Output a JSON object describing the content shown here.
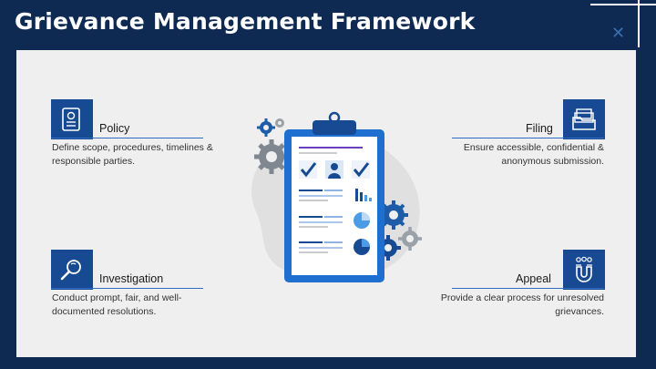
{
  "title": "Grievance Management Framework",
  "colors": {
    "background": "#0e2a52",
    "panel": "#efefef",
    "accent": "#174a93",
    "light_accent": "#4b9be6"
  },
  "items": [
    {
      "id": "policy",
      "title": "Policy",
      "description": "Define scope, procedures, timelines & responsible parties.",
      "icon": "policy-document-icon"
    },
    {
      "id": "filing",
      "title": "Filing",
      "description": "Ensure accessible, confidential & anonymous submission.",
      "icon": "file-folders-icon"
    },
    {
      "id": "investigation",
      "title": "Investigation",
      "description": "Conduct prompt, fair, and well-documented resolutions.",
      "icon": "magnifier-icon"
    },
    {
      "id": "appeal",
      "title": "Appeal",
      "description": "Provide a clear process for unresolved grievances.",
      "icon": "people-magnet-icon"
    }
  ]
}
